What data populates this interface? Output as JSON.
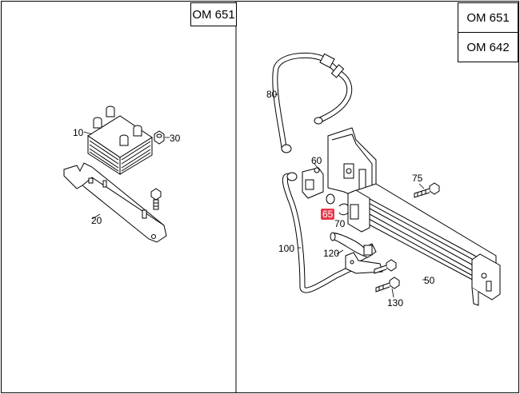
{
  "panels": {
    "left": {
      "engine_label": "OM 651"
    },
    "right": {
      "engine_labels": [
        "OM 651",
        "OM 642"
      ]
    }
  },
  "callouts": [
    {
      "id": "10",
      "text": "10",
      "highlighted": false
    },
    {
      "id": "30",
      "text": "30",
      "highlighted": false
    },
    {
      "id": "20",
      "text": "20",
      "highlighted": false
    },
    {
      "id": "80",
      "text": "80",
      "highlighted": false
    },
    {
      "id": "60",
      "text": "60",
      "highlighted": false
    },
    {
      "id": "75",
      "text": "75",
      "highlighted": false
    },
    {
      "id": "65",
      "text": "65",
      "highlighted": true
    },
    {
      "id": "70",
      "text": "70",
      "highlighted": false
    },
    {
      "id": "100",
      "text": "100",
      "highlighted": false
    },
    {
      "id": "120",
      "text": "120",
      "highlighted": false
    },
    {
      "id": "50",
      "text": "50",
      "highlighted": false
    },
    {
      "id": "130",
      "text": "130",
      "highlighted": false
    }
  ],
  "colors": {
    "highlight": "#e5394a",
    "line": "#000000",
    "fill": "#ffffff"
  }
}
